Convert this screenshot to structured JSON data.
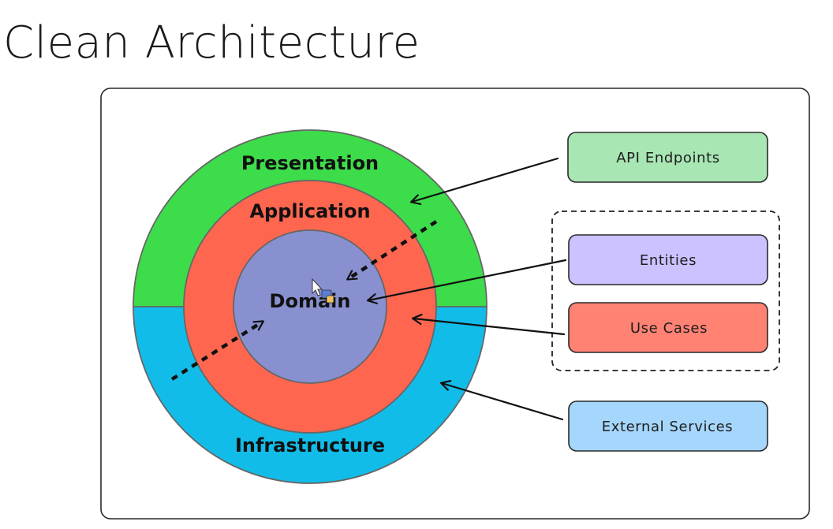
{
  "title": "Clean Architecture",
  "rings": {
    "presentation": "Presentation",
    "application": "Application",
    "domain": "Domain",
    "infrastructure": "Infrastructure"
  },
  "boxes": {
    "api_endpoints": "API Endpoints",
    "entities": "Entities",
    "use_cases": "Use Cases",
    "external_services": "External Services"
  },
  "colors": {
    "presentation": "#3ddc4a",
    "infrastructure": "#12bce8",
    "application": "#ff6650",
    "domain": "#8890d0",
    "api_endpoints_box": "#a8e6b4",
    "entities_box": "#ccc2ff",
    "use_cases_box": "#ff8273",
    "external_services_box": "#a5d6fb"
  }
}
